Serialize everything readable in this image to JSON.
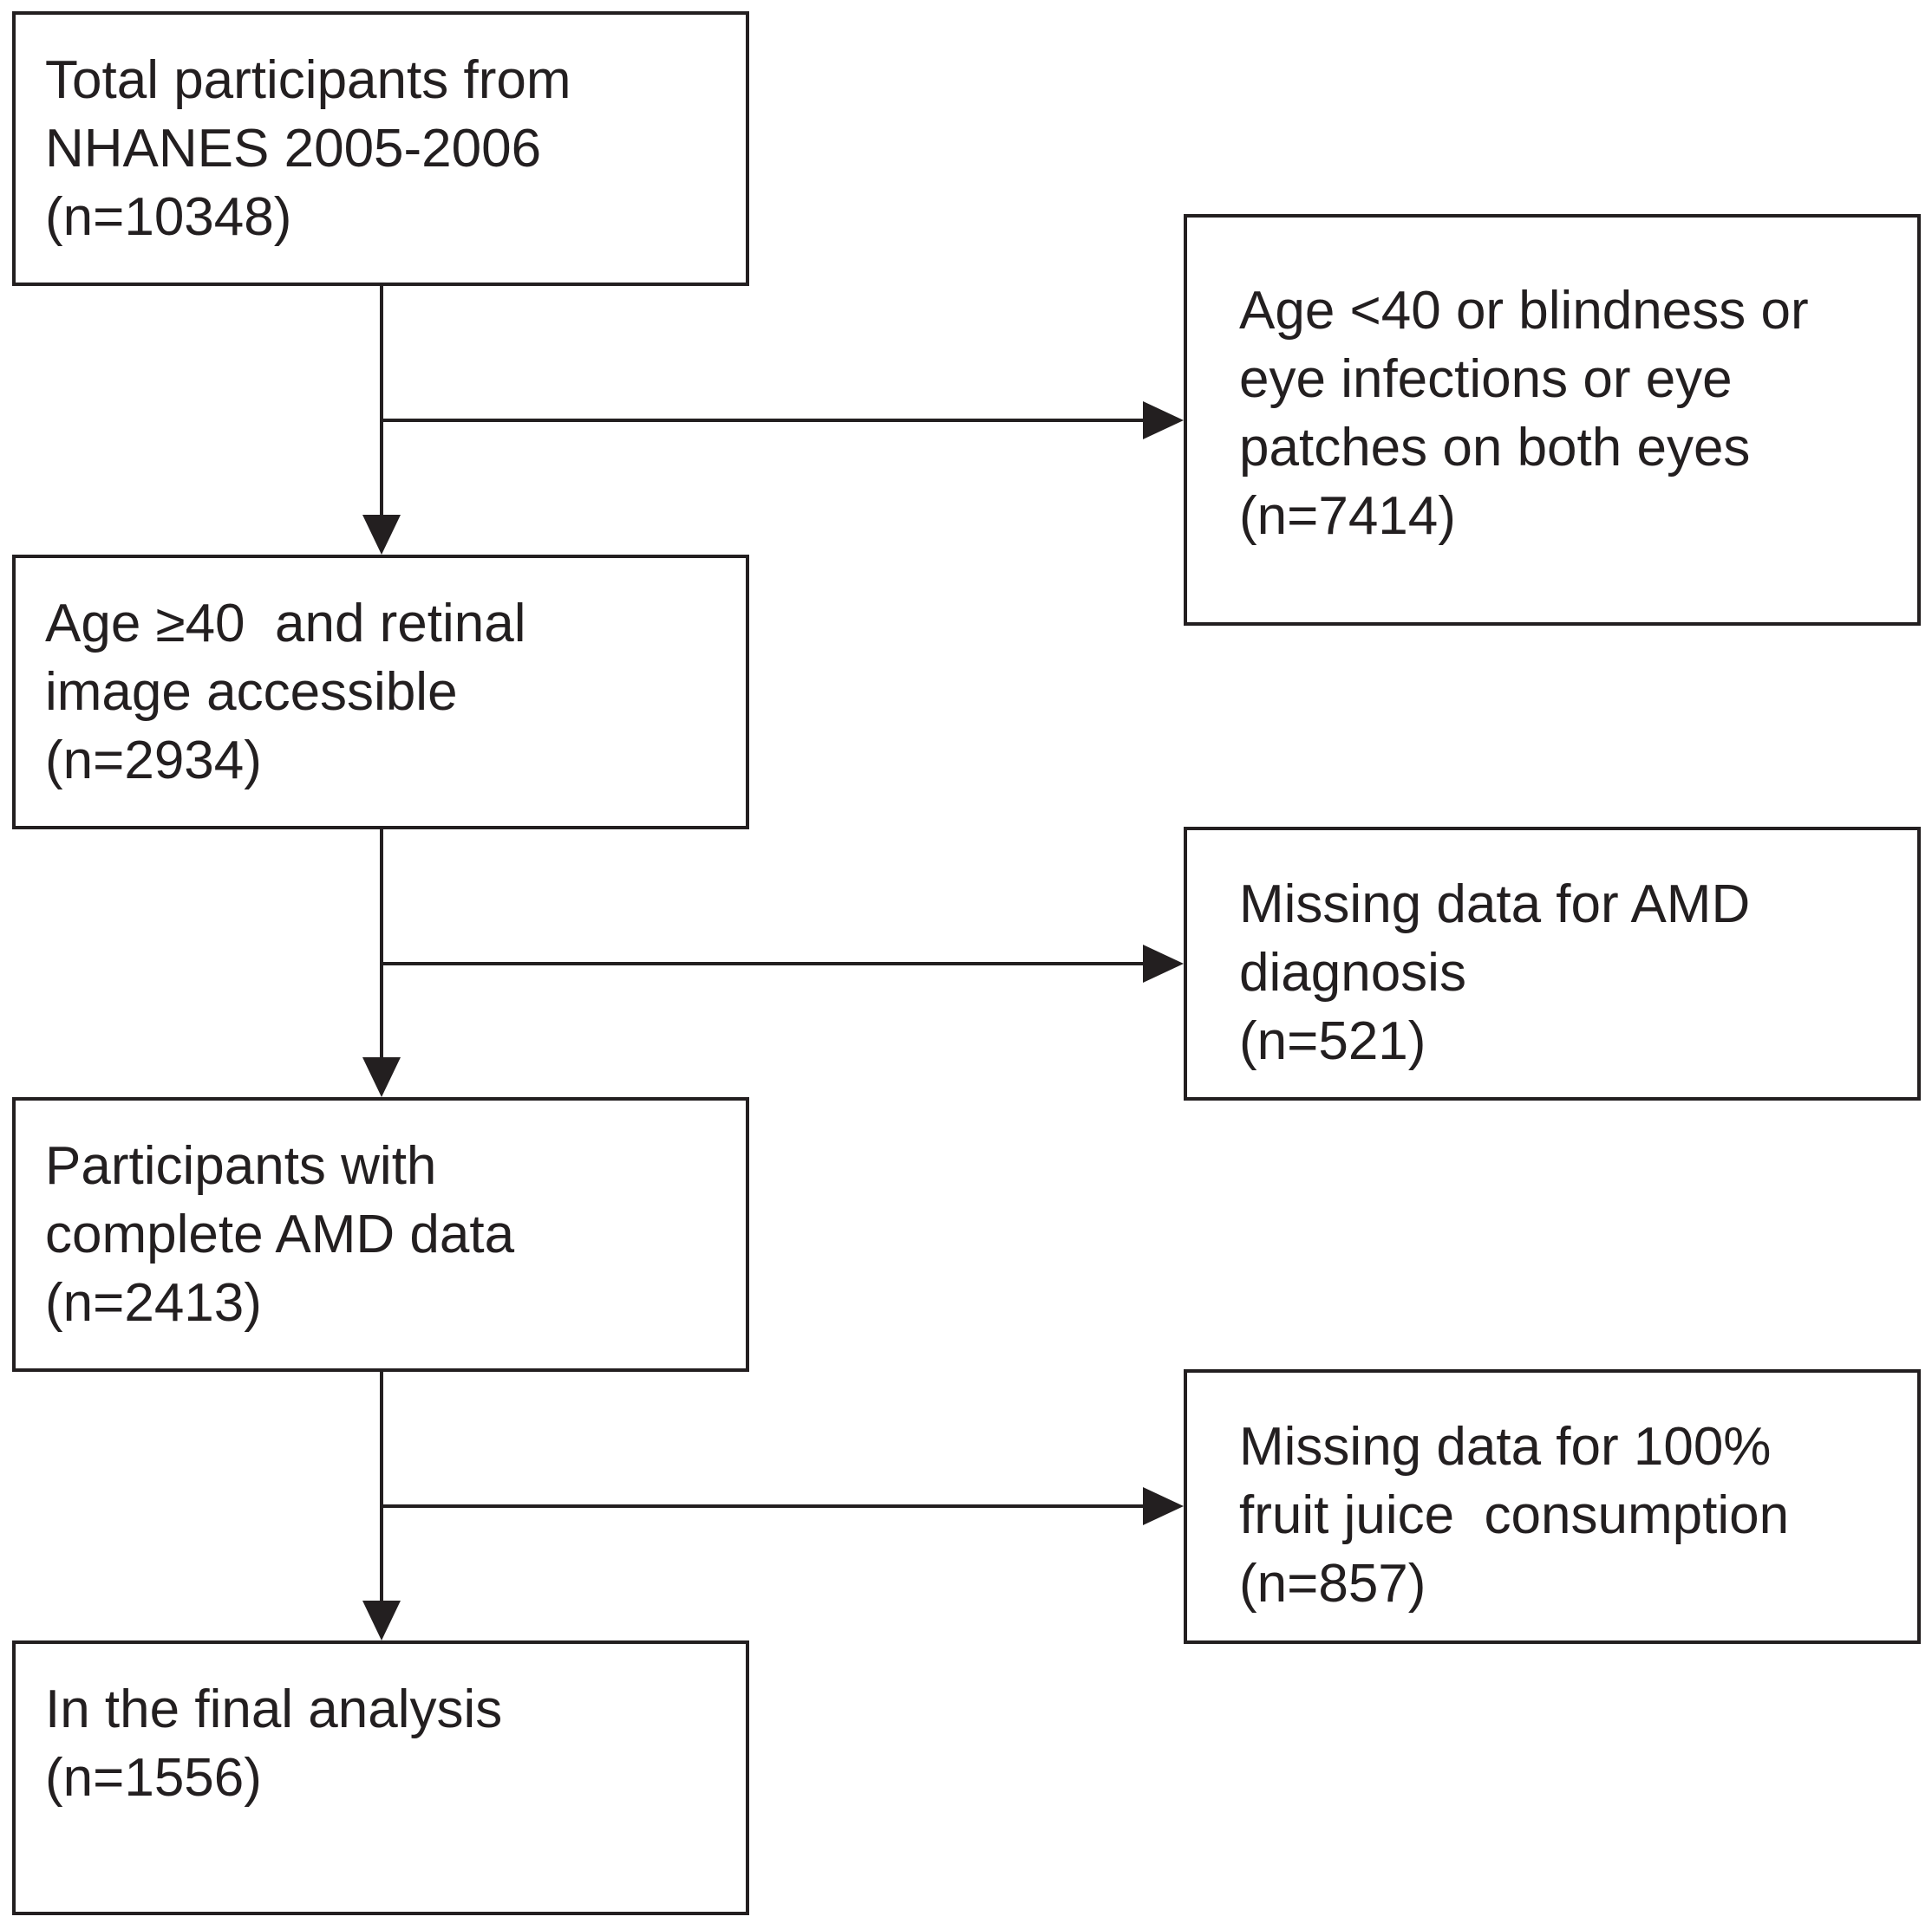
{
  "flowchart": {
    "main_steps": [
      {
        "id": "total",
        "lines": [
          "Total participants from",
          "NHANES 2005-2006",
          "(n=10348)"
        ]
      },
      {
        "id": "age40",
        "lines": [
          "Age ≥40  and retinal",
          "image accessible",
          "(n=2934)"
        ]
      },
      {
        "id": "complete",
        "lines": [
          "Participants with",
          "complete AMD data",
          "(n=2413)"
        ]
      },
      {
        "id": "final",
        "lines": [
          "In the final analysis",
          "(n=1556)"
        ]
      }
    ],
    "exclusions": [
      {
        "id": "excl1",
        "lines": [
          "Age <40 or blindness or",
          "eye infections or eye",
          "patches on both eyes",
          "(n=7414)"
        ]
      },
      {
        "id": "excl2",
        "lines": [
          "Missing data for AMD",
          "diagnosis",
          "(n=521)"
        ]
      },
      {
        "id": "excl3",
        "lines": [
          "Missing data for 100%",
          "fruit juice  consumption",
          "(n=857)"
        ]
      }
    ],
    "colors": {
      "stroke": "#231f20",
      "background": "#ffffff"
    }
  }
}
